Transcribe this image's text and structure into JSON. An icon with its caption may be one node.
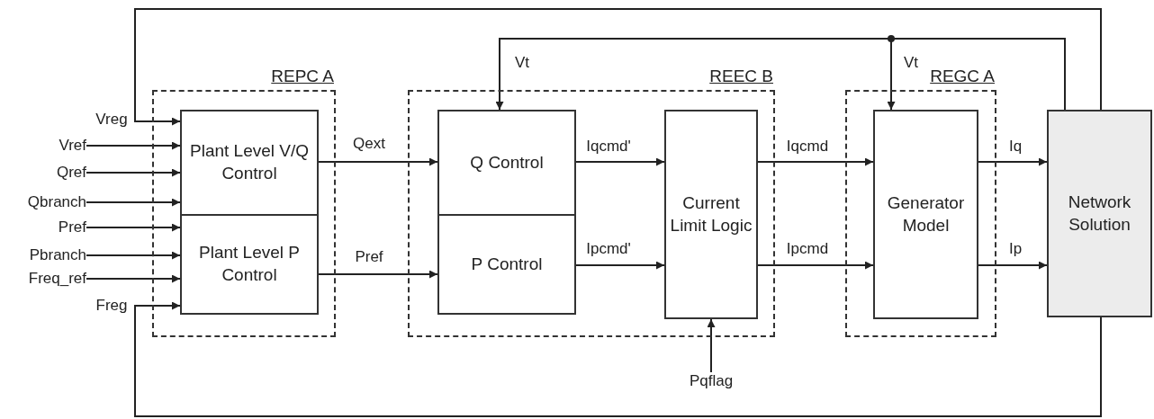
{
  "diagram": {
    "nodes": [
      {
        "text": [
          "REPC A"
        ]
      },
      {
        "text": [
          "Plant Level V/Q Control"
        ],
        "in": 0
      },
      {
        "text": [
          "Plant Level P Control"
        ],
        "in": 0
      },
      {
        "text": [
          "REEC B"
        ]
      },
      {
        "text": [
          "Q Control"
        ],
        "in": 3
      },
      {
        "text": [
          "P Control"
        ],
        "in": 3
      },
      {
        "text": [
          "Current Limit Logic"
        ],
        "in": 3
      },
      {
        "text": [
          "REGC A"
        ]
      },
      {
        "text": [
          "Generator Model"
        ],
        "in": 7
      },
      {
        "text": [
          "Network Solution"
        ]
      },
      {
        "text": [
          "Vref"
        ]
      },
      {
        "text": [
          "Qref"
        ]
      },
      {
        "text": [
          "Qbranch"
        ]
      },
      {
        "text": [
          "Pref"
        ]
      },
      {
        "text": [
          "Pbranch"
        ]
      },
      {
        "text": [
          "Freq_ref"
        ]
      },
      {
        "text": [
          "Pqflag"
        ]
      }
    ],
    "edges": [
      {
        "from": 9,
        "to": 1,
        "arrow": "to",
        "label": "Vreg"
      },
      {
        "from": 10,
        "to": 1,
        "arrow": "to"
      },
      {
        "from": 11,
        "to": 1,
        "arrow": "to"
      },
      {
        "from": 12,
        "to": 1,
        "arrow": "to"
      },
      {
        "from": 13,
        "to": 2,
        "arrow": "to"
      },
      {
        "from": 14,
        "to": 2,
        "arrow": "to"
      },
      {
        "from": 15,
        "to": 2,
        "arrow": "to"
      },
      {
        "from": 9,
        "to": 2,
        "arrow": "to",
        "label": "Freg"
      },
      {
        "from": 9,
        "to": 4,
        "arrow": "to",
        "label": "Vt"
      },
      {
        "from": 9,
        "to": 8,
        "arrow": "to",
        "label": "Vt"
      },
      {
        "from": 1,
        "to": 4,
        "arrow": "to",
        "label": "Qext"
      },
      {
        "from": 2,
        "to": 5,
        "arrow": "to",
        "label": "Pref"
      },
      {
        "from": 4,
        "to": 6,
        "arrow": "to",
        "label": "Iqcmd'"
      },
      {
        "from": 5,
        "to": 6,
        "arrow": "to",
        "label": "Ipcmd'"
      },
      {
        "from": 6,
        "to": 8,
        "arrow": "to",
        "label": "Iqcmd"
      },
      {
        "from": 6,
        "to": 8,
        "arrow": "to",
        "label": "Ipcmd"
      },
      {
        "from": 8,
        "to": 9,
        "arrow": "to",
        "label": "Iq"
      },
      {
        "from": 8,
        "to": 9,
        "arrow": "to",
        "label": "Ip"
      },
      {
        "from": 16,
        "to": 6,
        "arrow": "to"
      }
    ]
  }
}
